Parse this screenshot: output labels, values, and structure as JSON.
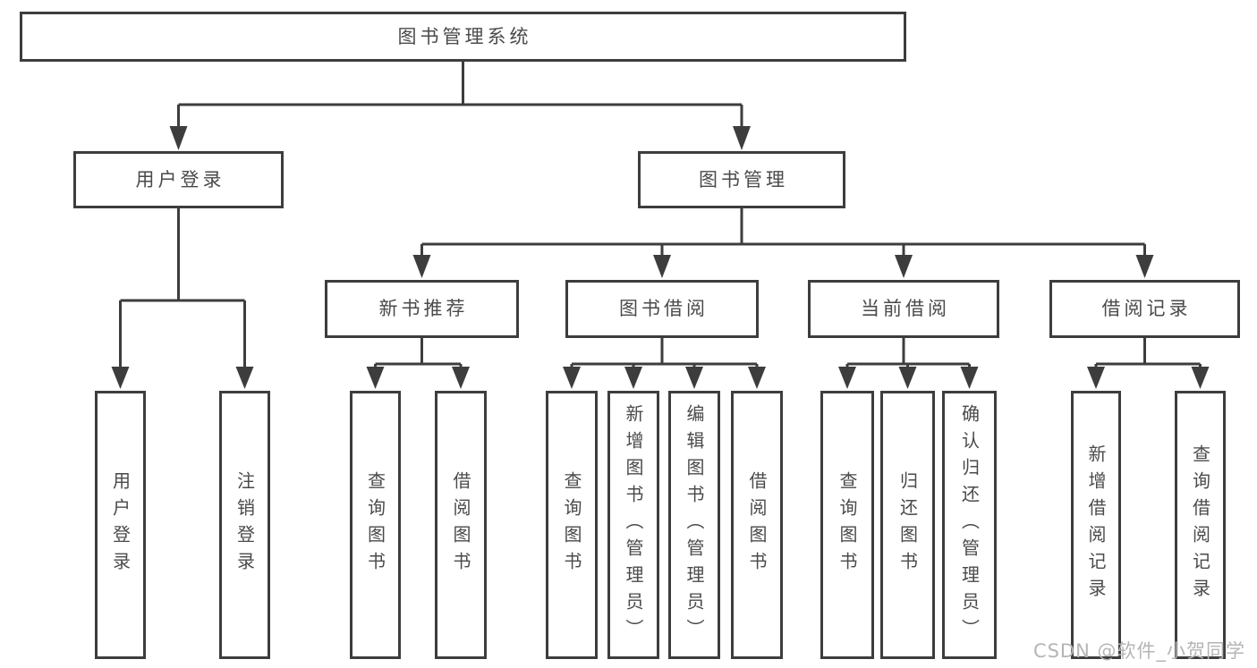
{
  "colors": {
    "line": "#3d3d3d",
    "text": "#4a4a4a",
    "box_background": "#ffffff",
    "page_background": "#ffffff",
    "watermark": "#b5b5b5"
  },
  "tree": {
    "label": "图书管理系统",
    "children": [
      {
        "label": "用户登录",
        "children": [
          {
            "label": "用户登录"
          },
          {
            "label": "注销登录"
          }
        ]
      },
      {
        "label": "图书管理",
        "children": [
          {
            "label": "新书推荐",
            "children": [
              {
                "label": "查询图书"
              },
              {
                "label": "借阅图书"
              }
            ]
          },
          {
            "label": "图书借阅",
            "children": [
              {
                "label": "查询图书"
              },
              {
                "label": "新增图书（管理员）"
              },
              {
                "label": "编辑图书（管理员）"
              },
              {
                "label": "借阅图书"
              }
            ]
          },
          {
            "label": "当前借阅",
            "children": [
              {
                "label": "查询图书"
              },
              {
                "label": "归还图书"
              },
              {
                "label": "确认归还（管理员）"
              }
            ]
          },
          {
            "label": "借阅记录",
            "children": [
              {
                "label": "新增借阅记录"
              },
              {
                "label": "查询借阅记录"
              }
            ]
          }
        ]
      }
    ]
  },
  "watermark": {
    "text": "CSDN @软件_小贺同学"
  }
}
